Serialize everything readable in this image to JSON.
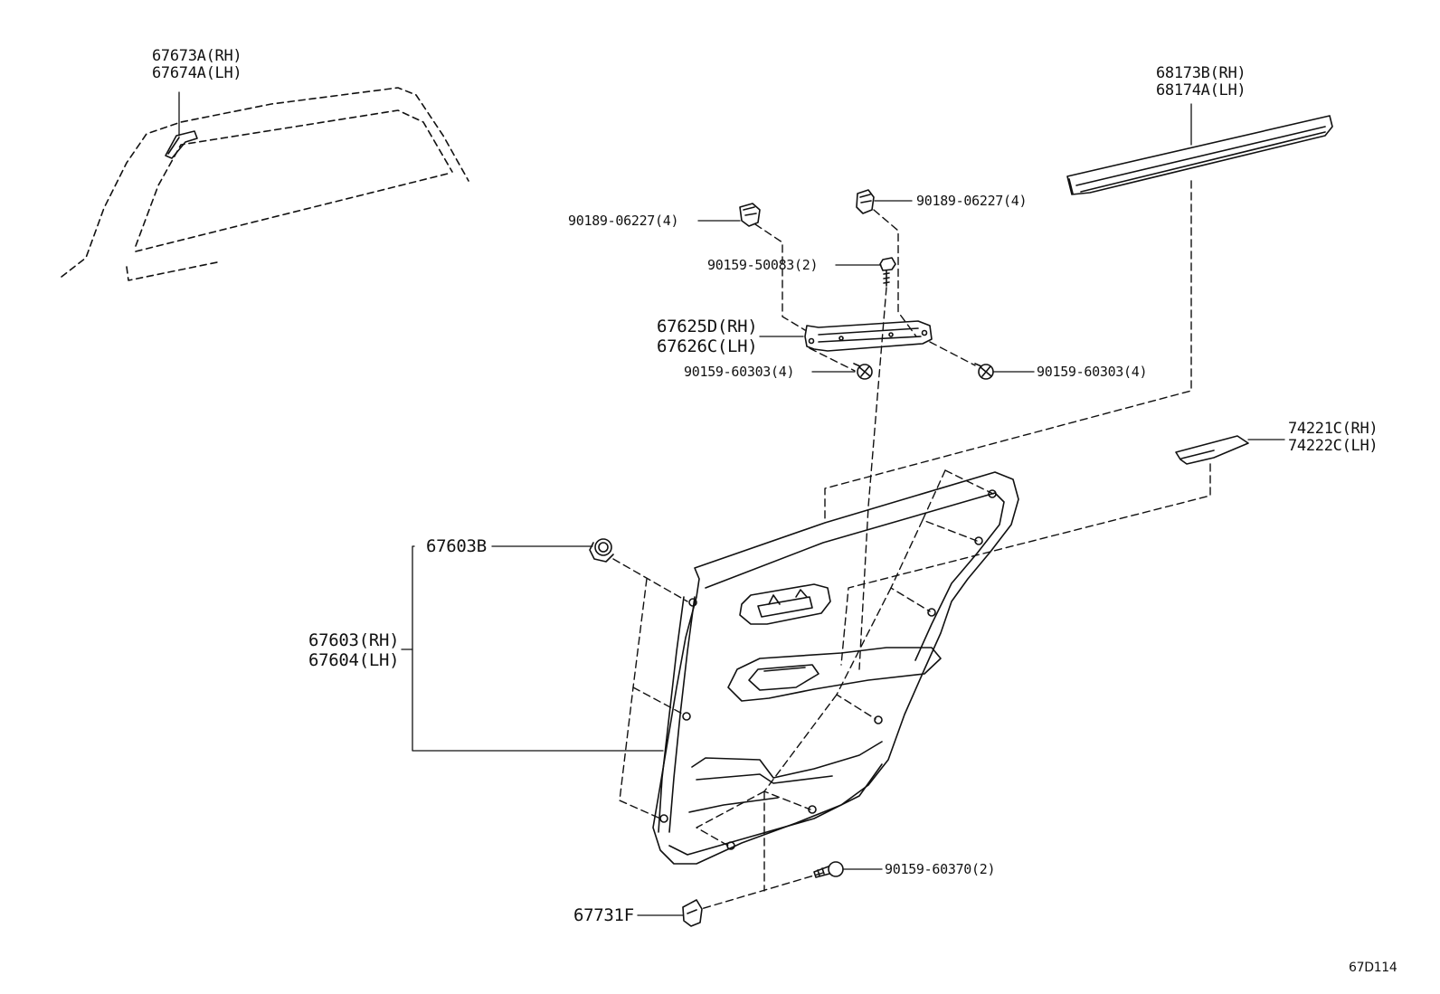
{
  "diagram_code": "67D114",
  "callouts": {
    "glass_run_upper": {
      "rh": "67673A(RH)",
      "lh": "67674A(LH)"
    },
    "belt_weatherstrip": {
      "rh": "68173B(RH)",
      "lh": "68174A(LH)"
    },
    "clip_left": "90189-06227(4)",
    "clip_right": "90189-06227(4)",
    "screw_top": "90159-50083(2)",
    "bracket": {
      "rh": "67625D(RH)",
      "lh": "67626C(LH)"
    },
    "screw_bracket_left": "90159-60303(4)",
    "screw_bracket_right": "90159-60303(4)",
    "ornament": {
      "rh": "74221C(RH)",
      "lh": "74222C(LH)"
    },
    "clip_panel": "67603B",
    "door_trim_panel": {
      "rh": "67603(RH)",
      "lh": "67604(LH)"
    },
    "screw_bottom": "90159-60370(2)",
    "cover_bottom": "67731F"
  }
}
